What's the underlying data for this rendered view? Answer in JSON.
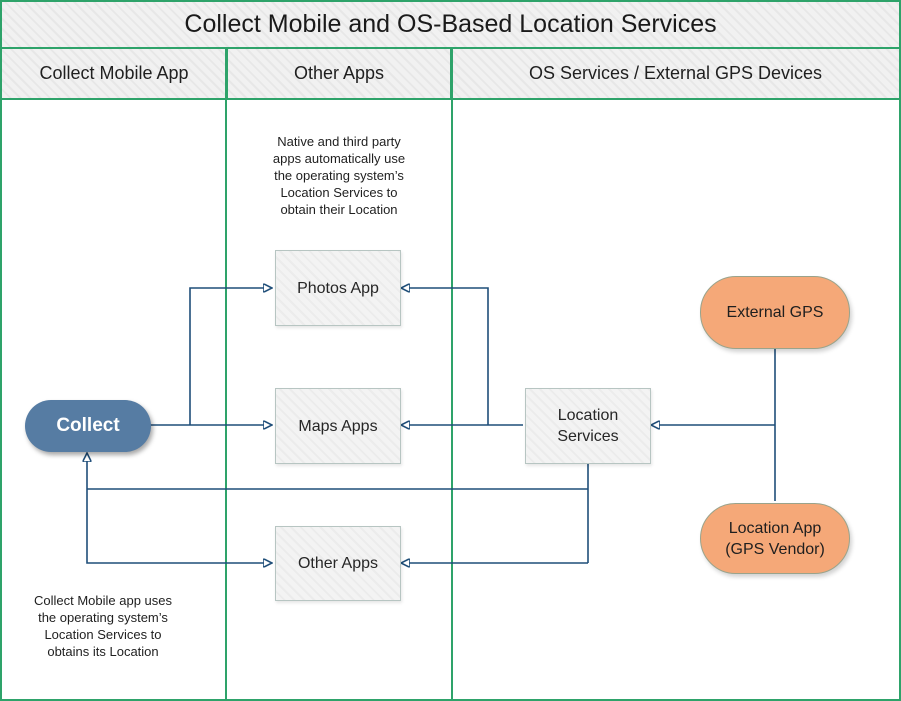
{
  "title": "Collect Mobile and OS-Based Location Services",
  "lanes": [
    {
      "label": "Collect Mobile App"
    },
    {
      "label": "Other Apps"
    },
    {
      "label": "OS Services / External GPS Devices"
    }
  ],
  "nodes": {
    "collect": {
      "label": "Collect"
    },
    "photos_app": {
      "label": "Photos App"
    },
    "maps_apps": {
      "label": "Maps Apps"
    },
    "other_apps": {
      "label": "Other Apps"
    },
    "location_services": {
      "label": "Location Services"
    },
    "external_gps": {
      "label": "External GPS"
    },
    "location_app": {
      "label": "Location App\n(GPS Vendor)"
    }
  },
  "notes": {
    "other_apps_note": "Native and third party\napps automatically use\nthe operating system’s\nLocation Services to\nobtain their Location",
    "collect_note": "Collect Mobile app uses\nthe operating system’s\nLocation Services to\nobtains its Location"
  },
  "colors": {
    "lane_border": "#2ea36a",
    "connector": "#1f4e79",
    "collect_fill": "#567ca3",
    "orange_fill": "#f5a878",
    "box_fill": "#f3f3f3",
    "box_border": "#b7c5c2"
  }
}
